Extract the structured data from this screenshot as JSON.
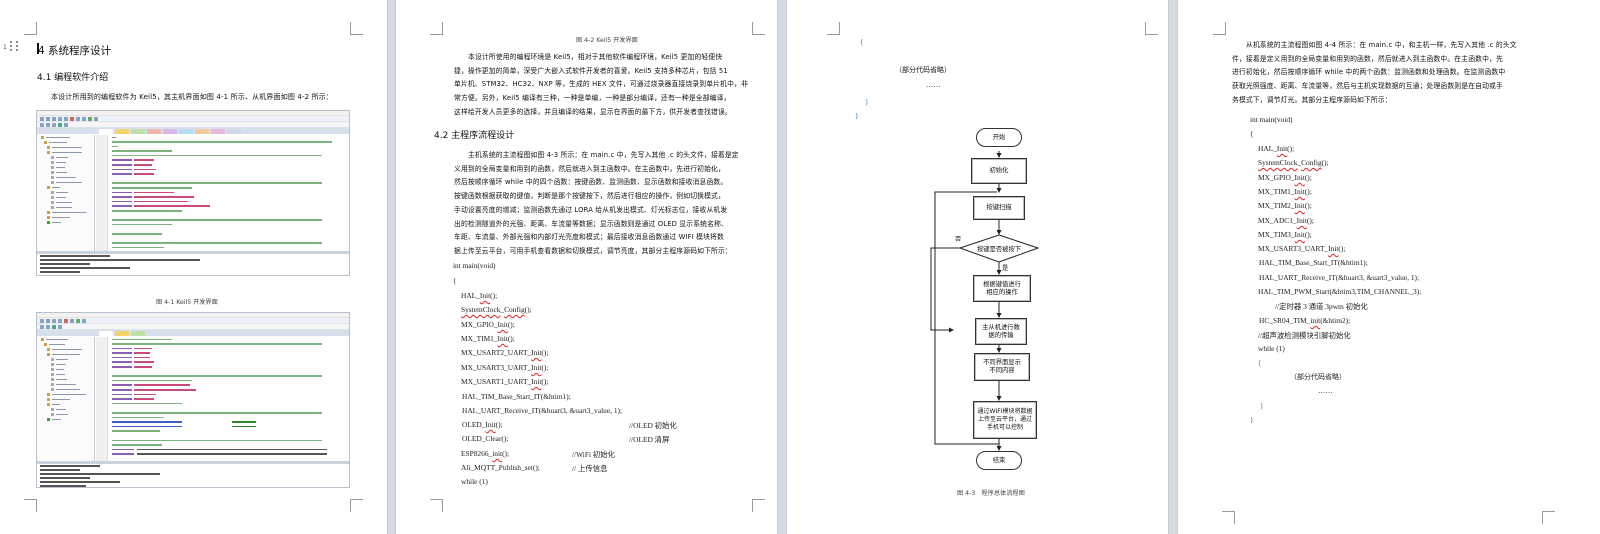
{
  "document": {
    "page_count_visible": 4,
    "colors": {
      "canvas_gap": "#d6dbe2",
      "page": "#ffffff",
      "spellcheck_underline": "#dd2222",
      "flowchart_stroke": "#333333"
    }
  },
  "page1": {
    "line_number": "1",
    "chapter_heading": "4 系统程序设计",
    "section_heading": "4.1 编程软件介绍",
    "intro_paragraph": "本设计所用到的编程软件为 Keil5，其主机界面如图 4-1 所示、从机界面如图 4-2 所示：",
    "figure1_caption": "图 4-1 Keil5 开发界面",
    "figure1_alt": "Keil5 IDE screenshot (host project)",
    "figure2_alt": "Keil5 IDE screenshot (slave project)"
  },
  "page2": {
    "figure2_caption": "图 4-2 Keil5 开发界面",
    "paragraph1_lines": [
      "本设计所使用的编程环境是 Keil5，相对于其他软件编程环境，Keil5 更加的轻便快",
      "捷，操作更加的简单，深受广大嵌入式软件开发者的喜爱。Keil5 支持多种芯片，包括 51",
      "单片机、STM32、HC32、NXP 等，生成的 HEX 文件，可通过烧录器直接烧录到单片机中，非",
      "常方便。另外，Keil5 编译有三种，一种是单编，一种是部分编译，还有一种是全部编译，",
      "这样给开发人员更多的选择，并且编译的结果，显示在界面的最下方，供开发者查找错误。"
    ],
    "section_heading": "4.2 主程序流程设计",
    "paragraph2_lines": [
      "主机系统的主流程图如图 4-3 所示：在 main.c 中，先写入其他 .c 的头文件，接着是定",
      "义用到的全局变量和用到的函数，然后就进入到主函数中。在主函数中，先进行初始化，",
      "然后按顺序循环 while 中的四个函数：按键函数、监测函数、显示函数和接收消息函数。",
      "按键函数根据获取的键值，判断是那个按键按下，然后进行相应的操作，例如切换模式，",
      "手动设置亮度的增减；监测函数先通过 LORA 给从机发出模式、灯光标志位，接收从机发",
      "出的检测隧道外的光强、距离、车流量等数据；显示函数则是通过 OLED 显示系统名称、",
      "车距、车流量、外部光强和内部灯光亮度和模式；最后接收消息函数通过 WIFI 模块将数",
      "据上传至云平台，可用手机查看数据和切换模式，调节亮度，其部分主程序源码如下所示："
    ],
    "code": [
      {
        "text": "int main(void)",
        "indent": 0
      },
      {
        "text": "{",
        "indent": 0
      },
      {
        "text": "HAL_Init();",
        "indent": 1
      },
      {
        "text": "SystemClock_Config();",
        "indent": 1
      },
      {
        "text": "MX_GPIO_Init();",
        "indent": 1
      },
      {
        "text": "MX_TIM1_Init();",
        "indent": 1
      },
      {
        "text": "MX_USART2_UART_Init();",
        "indent": 1
      },
      {
        "text": "MX_USART3_UART_Init();",
        "indent": 1
      },
      {
        "text": "MX_USART1_UART_Init();",
        "indent": 1
      },
      {
        "text": "HAL_TIM_Base_Start_IT(&htim1);",
        "indent": 1
      },
      {
        "text": "HAL_UART_Receive_IT(&huart3, &uart3_value, 1);",
        "indent": 1
      },
      {
        "text": "OLED_Init();",
        "indent": 1,
        "comment": "//OLED 初始化"
      },
      {
        "text": "OLED_Clear();",
        "indent": 1,
        "comment": "//OLED 清屏"
      },
      {
        "text": "ESP8266_init();",
        "indent": 1,
        "comment": "//WiFi 初始化"
      },
      {
        "text": "Ali_MQTT_Publish_set();",
        "indent": 1,
        "comment": "// 上传信息"
      },
      {
        "text": "while (1)",
        "indent": 1
      }
    ]
  },
  "page3": {
    "code_open_brace": "{",
    "omitted_note": "（部分代码省略）",
    "ellipsis": "……",
    "close_brace_inner": "}",
    "close_brace_outer": "}",
    "flowchart": {
      "nodes": {
        "start": "开始",
        "init": "初始化",
        "key_scan": "按键扫描",
        "decision": "按键是否被按下",
        "key_action": "根据键值进行相应的操作",
        "master_slave": "主从机进行数据的传输",
        "display": "不同界面显示不同内容",
        "wifi": "通过WIFI模块将数据上传至云平台，通过手机可以控制",
        "end": "结束"
      },
      "labels": {
        "no": "否",
        "yes": "是"
      }
    },
    "figure_caption": "图 4-3　程序总体流程图"
  },
  "page4": {
    "paragraph_lines": [
      "从机系统的主流程图如图 4-4 所示：在 main.c 中，和主机一样，先写入其他 .c 的头文",
      "件，接着是定义用到的全局变量和用到的函数，然后就进入到主函数中。在主函数中，先",
      "进行初始化，然后按顺序循环 while 中的两个函数：监测函数和处理函数。在监测函数中",
      "获取光照强度、距离、车流量等，然后与主机实现数据的互通；处理函数则是在自动或手",
      "务模式下，调节灯光。其部分主程序源码如下所示："
    ],
    "code": [
      {
        "text": "int main(void)",
        "indent": 0
      },
      {
        "text": "{",
        "indent": 0
      },
      {
        "text": "HAL_Init();",
        "indent": 1
      },
      {
        "text": "SystemClock_Config();",
        "indent": 1
      },
      {
        "text": "MX_GPIO_Init();",
        "indent": 1
      },
      {
        "text": "MX_TIM1_Init();",
        "indent": 1
      },
      {
        "text": "MX_TIM2_Init();",
        "indent": 1
      },
      {
        "text": "MX_ADC1_Init();",
        "indent": 1
      },
      {
        "text": "MX_TIM3_Init();",
        "indent": 1
      },
      {
        "text": "MX_USART3_UART_Init();",
        "indent": 1
      },
      {
        "text": "HAL_TIM_Base_Start_IT(&htim1);",
        "indent": 1
      },
      {
        "text": "HAL_UART_Receive_IT(&huart3, &uart3_value, 1);",
        "indent": 1
      },
      {
        "text": "HAL_TIM_PWM_Start(&htim3,TIM_CHANNEL_3);",
        "indent": 1
      },
      {
        "text": "//定时器 3 通道 3pwm 初始化",
        "indent": 2
      },
      {
        "text": "HC_SR04_TIM_init(&htim2);",
        "indent": 1
      },
      {
        "text": "//超声波检测模块引脚初始化",
        "indent": 1
      },
      {
        "text": "while (1)",
        "indent": 1
      },
      {
        "text": "{",
        "indent": 1
      },
      {
        "text": "（部分代码省略）",
        "indent": 3
      },
      {
        "text": "……",
        "indent": 4
      },
      {
        "text": "}",
        "indent": 1
      },
      {
        "text": "}",
        "indent": 0
      }
    ]
  }
}
